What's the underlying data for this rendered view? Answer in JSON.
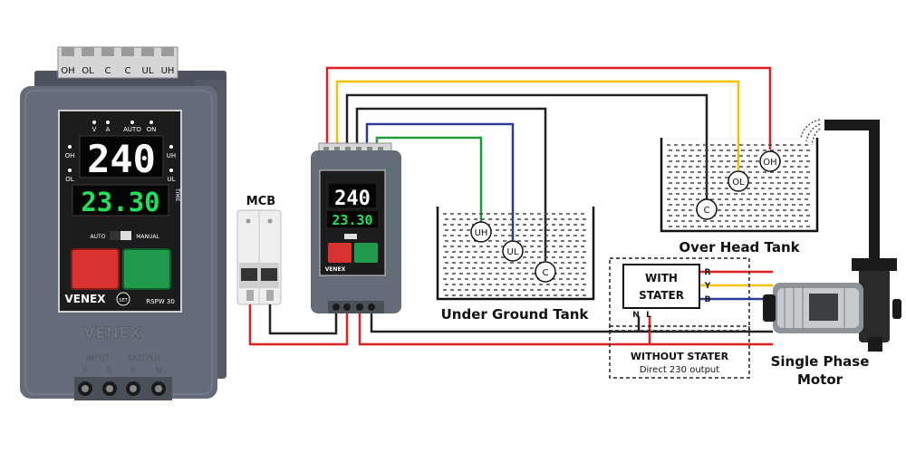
{
  "big_controller": {
    "terminals": [
      "OH",
      "OL",
      "C",
      "C",
      "UL",
      "UH"
    ],
    "indicator_labels": [
      "V",
      "A",
      "AUTO",
      "ON"
    ],
    "side_labels": {
      "oh": "OH",
      "ol": "OL",
      "uh": "UH",
      "ul": "UL"
    },
    "voltage_display": "240",
    "time_display": "23.30",
    "time_label": "TIME",
    "switch_labels": {
      "auto": "AUTO",
      "manual": "MANUAL"
    },
    "brand": "VENEX",
    "set_label": "SET",
    "model": "RSPW 30",
    "embossed_brand": "VENEX",
    "io_labels": {
      "input": "INPUT",
      "output": "OUTPUT"
    },
    "io_pins": [
      "P",
      "N",
      "P",
      "N"
    ]
  },
  "small_controller": {
    "voltage_display": "240",
    "time_display": "23.30",
    "brand": "VENEX"
  },
  "mcb": {
    "label": "MCB"
  },
  "tanks": {
    "underground": {
      "label": "Under Ground Tank",
      "probes": [
        "UH",
        "UL",
        "C"
      ]
    },
    "overhead": {
      "label": "Over Head Tank",
      "probes": [
        "OH",
        "OL",
        "C"
      ]
    }
  },
  "stater": {
    "with_label_1": "WITH",
    "with_label_2": "STATER",
    "phases": [
      "R",
      "Y",
      "B"
    ],
    "neutral": "N",
    "line": "L",
    "without_label": "WITHOUT STATER",
    "without_sub": "Direct 230 output"
  },
  "motor": {
    "label_1": "Single Phase",
    "label_2": "Motor"
  },
  "colors": {
    "red": "#e02020",
    "yellow": "#f2c100",
    "green": "#1a9a3a",
    "blue": "#2a3a9a",
    "black": "#222222",
    "controller_body": "#616a76",
    "display_red_digits": "#ffffff",
    "display_green_digits": "#22e05a",
    "button_red": "#d8332f",
    "button_green": "#1f9a4a"
  }
}
